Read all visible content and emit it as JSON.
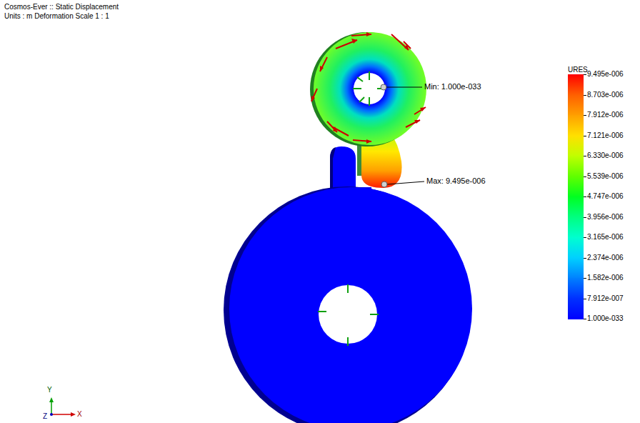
{
  "diagram": {
    "title": "Cosmos-Ever :: Static Displacement",
    "labels": [
      "Units : m   Deformation Scale 1 : 1",
      "URES",
      "Min: 1.000e-033",
      "Max: 9.495e-006",
      "Y",
      "Z",
      "X"
    ],
    "legend": [
      {
        "text": "9.495e-006",
        "color": "#ff0000"
      },
      {
        "text": "8.703e-006",
        "color": "#ff6000"
      },
      {
        "text": "7.912e-006",
        "color": "#ffa000"
      },
      {
        "text": "7.121e-006",
        "color": "#ffe000"
      },
      {
        "text": "6.330e-006",
        "color": "#c0ff00"
      },
      {
        "text": "5.539e-006",
        "color": "#60ff00"
      },
      {
        "text": "4.747e-006",
        "color": "#00ff20"
      },
      {
        "text": "3.956e-006",
        "color": "#00ff80"
      },
      {
        "text": "3.165e-006",
        "color": "#00ffd0"
      },
      {
        "text": "2.374e-006",
        "color": "#00d0ff"
      },
      {
        "text": "1.582e-006",
        "color": "#0080ff"
      },
      {
        "text": "7.912e-007",
        "color": "#0030ff"
      },
      {
        "text": "1.000e-033",
        "color": "#0000ff"
      }
    ]
  }
}
